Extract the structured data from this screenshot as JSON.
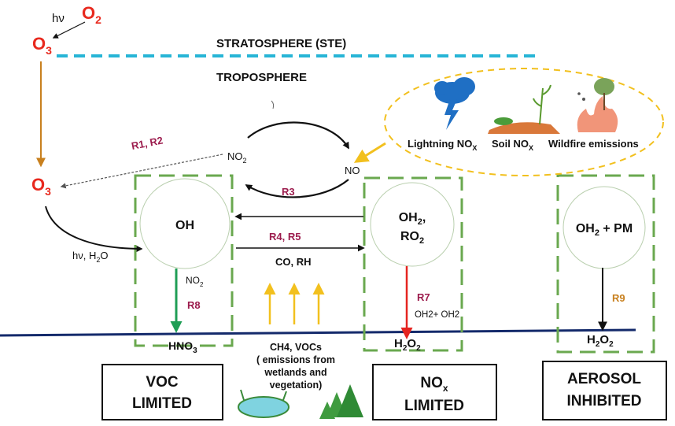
{
  "atmosphere": {
    "hv_top": "hν",
    "o2_base": "O",
    "o2_sub": "2",
    "o3_top_base": "O",
    "o3_top_sub": "3",
    "stratosphere": "STRATOSPHERE (STE)",
    "troposphere": "TROPOSPHERE",
    "o3_mid_base": "O",
    "o3_mid_sub": "3"
  },
  "reactions": {
    "r1_r2": "R1, R2",
    "no2_base": "NO",
    "no2_sub": "2",
    "no": "NO",
    "r3": "R3",
    "r4_r5": "R4, R5",
    "co_rh": "CO, RH",
    "hv_h2o_pre": "hν, H",
    "hv_h2o_sub": "2",
    "hv_h2o_post": "O",
    "no2_down_base": "NO",
    "no2_down_sub": "2",
    "r8": "R8",
    "r7": "R7",
    "oh2_oh2": "OH2+ OH2",
    "r9": "R9"
  },
  "circles": {
    "oh": "OH",
    "oh2_line1": "OH",
    "oh2_line1_sub": "2",
    "oh2_line1_post": ",",
    "ro2_base": "RO",
    "ro2_sub": "2",
    "oh2pm_base": "OH",
    "oh2pm_sub": "2",
    "oh2pm_post": " + PM"
  },
  "products": {
    "hno3_base": "HNO",
    "hno3_sub": "3",
    "h2o2_mid_base": "H",
    "h2o2_mid_sub1": "2",
    "h2o2_mid_mid": "O",
    "h2o2_mid_sub2": "2",
    "h2o2_right_base": "H",
    "h2o2_right_sub1": "2",
    "h2o2_right_mid": "O",
    "h2o2_right_sub2": "2"
  },
  "emissions": {
    "line1": "CH4, VOCs",
    "line2": "( emissions from",
    "line3": "wetlands and",
    "line4": "vegetation)"
  },
  "sources": {
    "lightning_base": "Lightning NO",
    "lightning_sub": "X",
    "soil_base": "Soil NO",
    "soil_sub": "X",
    "wildfire": "Wildfire emissions"
  },
  "regimes": {
    "voc_line1": "VOC",
    "voc_line2": "LIMITED",
    "nox_base": "NO",
    "nox_sub": "x",
    "nox_line2": "LIMITED",
    "aerosol_line1": "AEROSOL",
    "aerosol_line2": "INHIBITED"
  },
  "colors": {
    "ozone_red": "#e8291e",
    "reaction_label": "#9c1c4d",
    "regime_box_green": "#6aa84f",
    "dashed_boundary_cyan": "#27b5d6",
    "ground_line_navy": "#142a6b",
    "hno3_arrow_green": "#1f9e55",
    "h2o2_arrow_red": "#e52420",
    "emission_arrow_yellow": "#f2c01e",
    "transport_arrow_orange": "#c8801e"
  }
}
